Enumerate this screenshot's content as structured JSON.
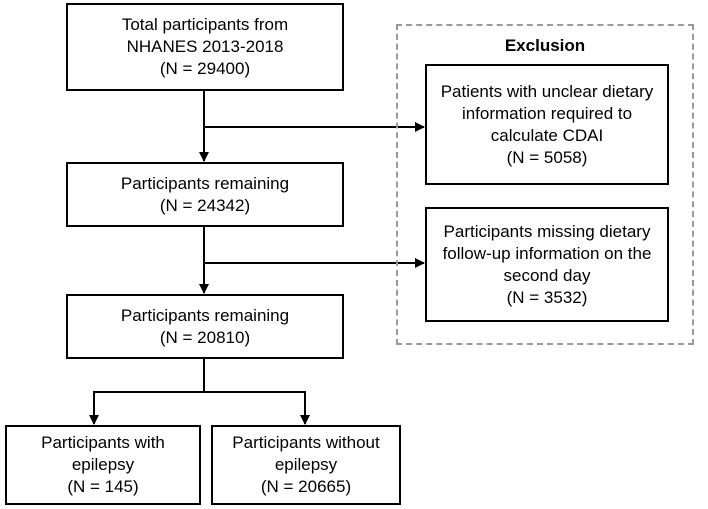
{
  "flowchart": {
    "total": {
      "line1": "Total participants from",
      "line2": "NHANES 2013-2018",
      "count": "(N = 29400)"
    },
    "remaining1": {
      "line1": "Participants remaining",
      "count": "(N = 24342)"
    },
    "remaining2": {
      "line1": "Participants remaining",
      "count": "(N = 20810)"
    },
    "with_epilepsy": {
      "line1": "Participants with",
      "line2": "epilepsy",
      "count": "(N = 145)"
    },
    "without_epilepsy": {
      "line1": "Participants without",
      "line2": "epilepsy",
      "count": "(N = 20665)"
    },
    "exclusion": {
      "title": "Exclusion",
      "item1": {
        "line1": "Patients with unclear dietary",
        "line2": "information required to",
        "line3": "calculate CDAI",
        "count": "(N = 5058)"
      },
      "item2": {
        "line1": "Participants missing dietary",
        "line2": "follow-up information on the",
        "line3": "second day",
        "count": "(N = 3532)"
      }
    }
  }
}
